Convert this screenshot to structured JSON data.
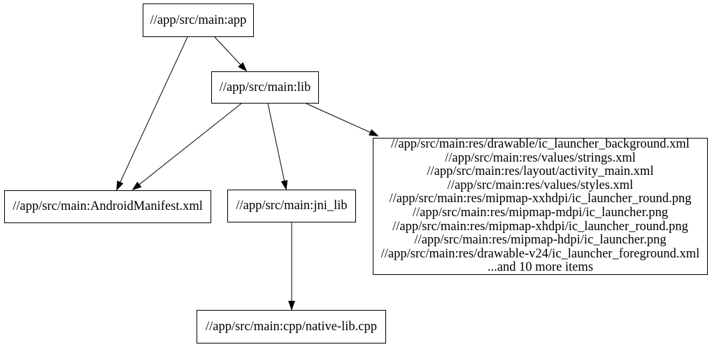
{
  "graph": {
    "background_color": "#ffffff",
    "node_border_color": "#000000",
    "edge_color": "#000000",
    "text_color": "#000000",
    "nodes": {
      "app": {
        "label": "//app/src/main:app"
      },
      "lib": {
        "label": "//app/src/main:lib"
      },
      "android_manifest": {
        "label": "//app/src/main:AndroidManifest.xml"
      },
      "jni_lib": {
        "label": "//app/src/main:jni_lib"
      },
      "cpp_native_lib": {
        "label": "//app/src/main:cpp/native-lib.cpp"
      },
      "resources_group": {
        "lines": [
          "//app/src/main:res/drawable/ic_launcher_background.xml",
          "//app/src/main:res/values/strings.xml",
          "//app/src/main:res/layout/activity_main.xml",
          "//app/src/main:res/values/styles.xml",
          "//app/src/main:res/mipmap-xxhdpi/ic_launcher_round.png",
          "//app/src/main:res/mipmap-mdpi/ic_launcher.png",
          "//app/src/main:res/mipmap-xhdpi/ic_launcher_round.png",
          "//app/src/main:res/mipmap-hdpi/ic_launcher.png",
          "//app/src/main:res/drawable-v24/ic_launcher_foreground.xml",
          "...and 10 more items"
        ]
      }
    },
    "edges": [
      {
        "from": "app",
        "to": "android_manifest"
      },
      {
        "from": "app",
        "to": "lib"
      },
      {
        "from": "lib",
        "to": "android_manifest"
      },
      {
        "from": "lib",
        "to": "jni_lib"
      },
      {
        "from": "lib",
        "to": "resources_group"
      },
      {
        "from": "jni_lib",
        "to": "cpp_native_lib"
      }
    ]
  }
}
